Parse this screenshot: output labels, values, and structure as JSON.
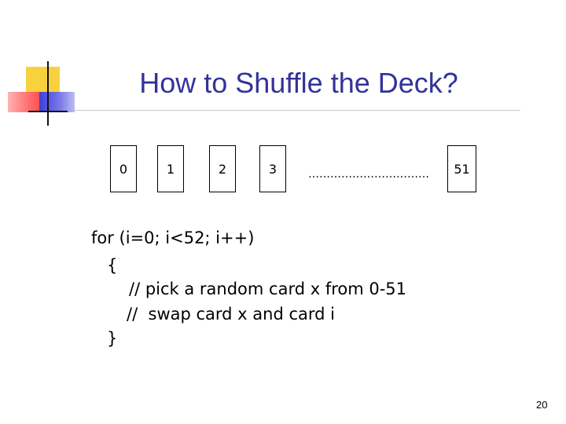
{
  "slide": {
    "title": "How to Shuffle the Deck?",
    "page_number": "20"
  },
  "cards": [
    "0",
    "1",
    "2",
    "3",
    "51"
  ],
  "ellipsis": "……………………………",
  "code": {
    "line1": "for (i=0; i<52; i++)",
    "line2": "{",
    "line3": "// pick a random card x from 0-51",
    "line4": "//  swap card x and card i",
    "line5": "}"
  },
  "colors": {
    "title": "#333399",
    "logo_yellow": "#f7d23e",
    "logo_red": "#ff4b4b",
    "logo_blue": "#3f3fd9"
  },
  "icons": [
    "slide-logo-icon"
  ]
}
